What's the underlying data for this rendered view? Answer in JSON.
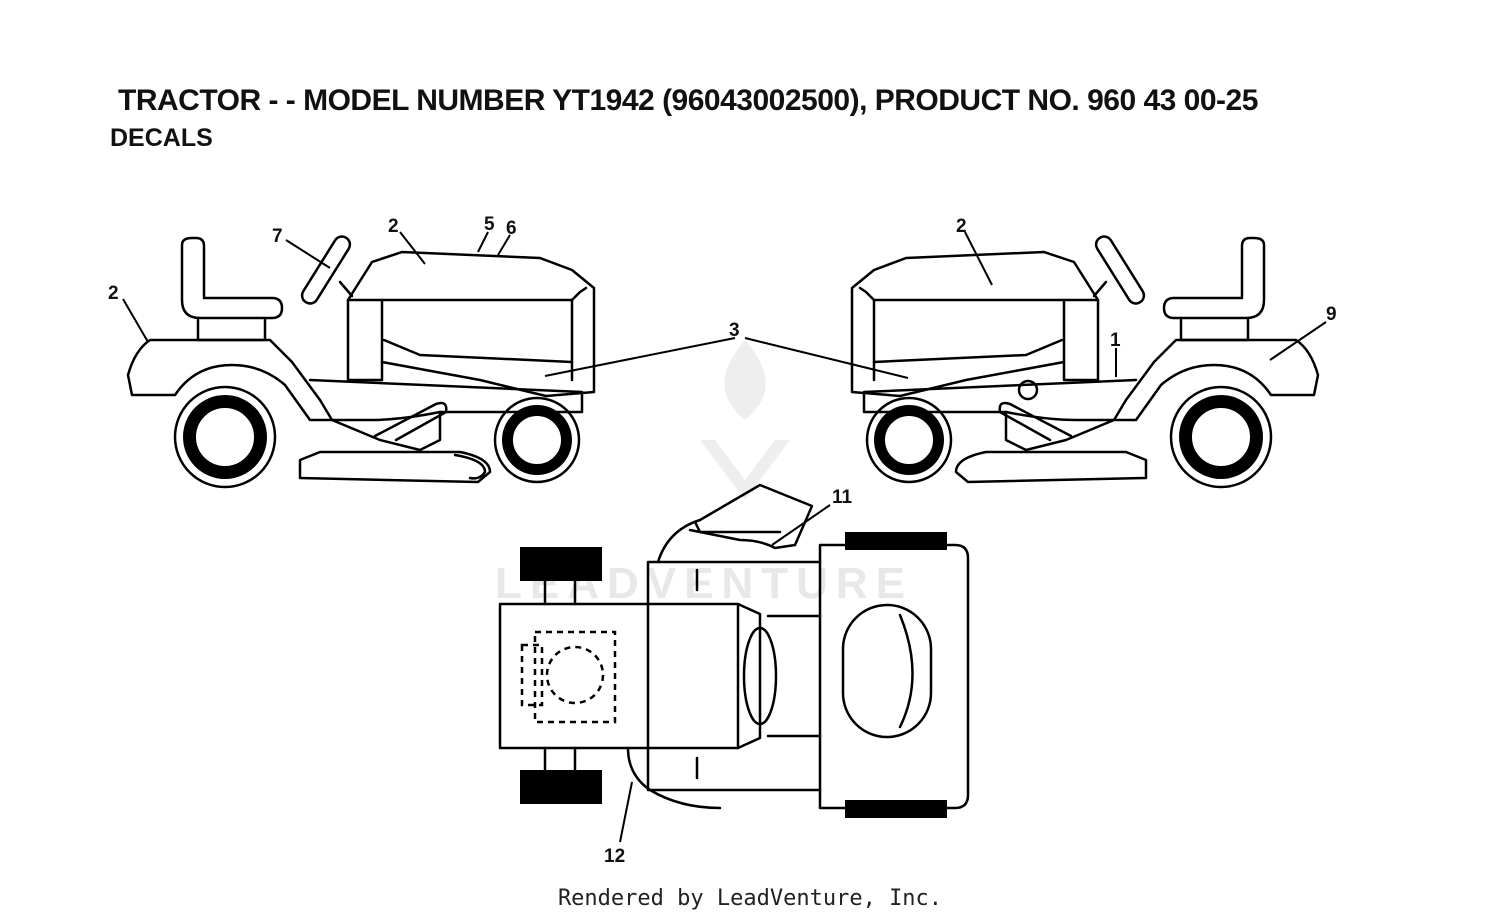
{
  "header": {
    "title": "TRACTOR - - MODEL NUMBER YT1942 (96043002500), PRODUCT NO. 960 43 00-25",
    "subtitle": "DECALS"
  },
  "watermark": {
    "text": "LEADVENTURE"
  },
  "footer": {
    "text": "Rendered by LeadVenture, Inc."
  },
  "callouts": {
    "c1": "1",
    "c2a": "2",
    "c2b": "2",
    "c2c": "2",
    "c3": "3",
    "c5": "5",
    "c6": "6",
    "c7": "7",
    "c9": "9",
    "c11": "11",
    "c12": "12"
  },
  "colors": {
    "line": "#000000",
    "watermark": "#e8e8e8"
  }
}
